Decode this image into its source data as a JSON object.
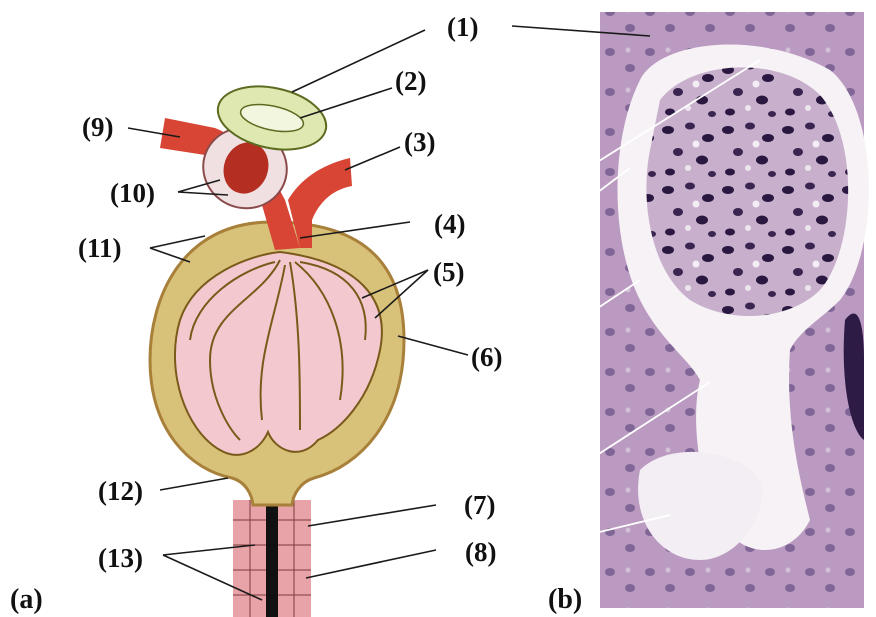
{
  "panels": {
    "a": "(a)",
    "b": "(b)"
  },
  "labels": {
    "l1": "(1)",
    "l2": "(2)",
    "l3": "(3)",
    "l4": "(4)",
    "l5": "(5)",
    "l6": "(6)",
    "l7": "(7)",
    "l8": "(8)",
    "l9": "(9)",
    "l10": "(10)",
    "l11": "(11)",
    "l12": "(12)",
    "l13": "(13)"
  },
  "colors": {
    "capsule_fill": "#d8c27a",
    "capsule_rim": "#c8a25a",
    "capillary_fill": "#f3c9cf",
    "capillary_stroke": "#7a5a1a",
    "arteriole": "#d84535",
    "arteriole_dark": "#b52e22",
    "macula_fill": "#dfe8b0",
    "tubule_cells": "#e8a3a8",
    "tubule_lumen": "#111111",
    "histology_bg": "#c9b6cf",
    "histology_nuclei": "#2a1840",
    "histology_pink": "#b58ab0"
  }
}
